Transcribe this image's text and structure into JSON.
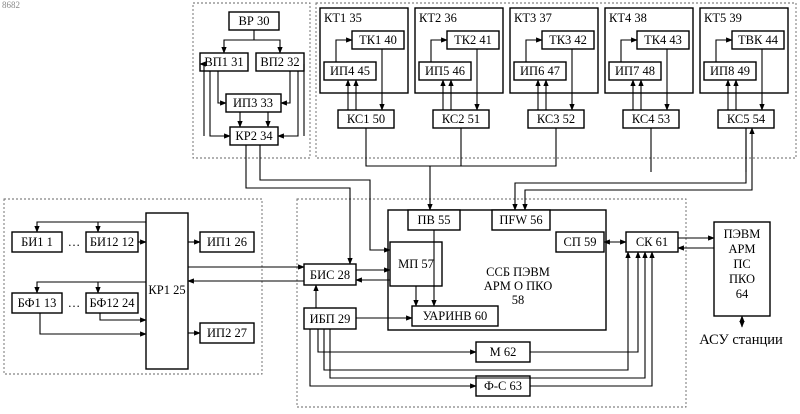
{
  "corner_text": "8682",
  "top_left_group": {
    "vr": "ВР 30",
    "vp1": "ВП1 31",
    "vp2": "ВП2 32",
    "ip3": "ИП3 33",
    "kr2": "КР2 34"
  },
  "kt_groups": [
    {
      "kt": "КТ1 35",
      "tk": "ТК1 40",
      "ip": "ИП4 45",
      "ks": "КС1 50"
    },
    {
      "kt": "КТ2 36",
      "tk": "ТК2 41",
      "ip": "ИП5 46",
      "ks": "КС2 51"
    },
    {
      "kt": "КТ3 37",
      "tk": "ТК3 42",
      "ip": "ИП6 47",
      "ks": "КС3 52"
    },
    {
      "kt": "КТ4 38",
      "tk": "ТК4 43",
      "ip": "ИП7 48",
      "ks": "КС4 53"
    },
    {
      "kt": "КТ5 39",
      "tk": "ТВК 44",
      "ip": "ИП8 49",
      "ks": "КС5 54"
    }
  ],
  "left_group": {
    "bi1": "БИ1 1",
    "bi12": "БИ12 12",
    "bf1": "БФ1 13",
    "bf12": "БФ12 24",
    "dots": "…",
    "kr1": "КР1 25",
    "ip1": "ИП1 26",
    "ip2": "ИП2 27"
  },
  "center_group": {
    "pv": "ПВ 55",
    "pfw": "ПFW 56",
    "mp": "МП 57",
    "bis": "БИС 28",
    "ssb": [
      "ССБ ПЭВМ",
      "АРМ О ПКО",
      "58"
    ],
    "sp": "СП 59",
    "sk": "СК 61",
    "ibp": "ИБП 29",
    "uarinv": "УАРИНВ 60",
    "m": "М 62",
    "fs": "Ф-С 63"
  },
  "pevm": [
    "ПЭВМ",
    "АРМ",
    "ПС",
    "ПКО",
    "64"
  ],
  "asu": "АСУ станции"
}
